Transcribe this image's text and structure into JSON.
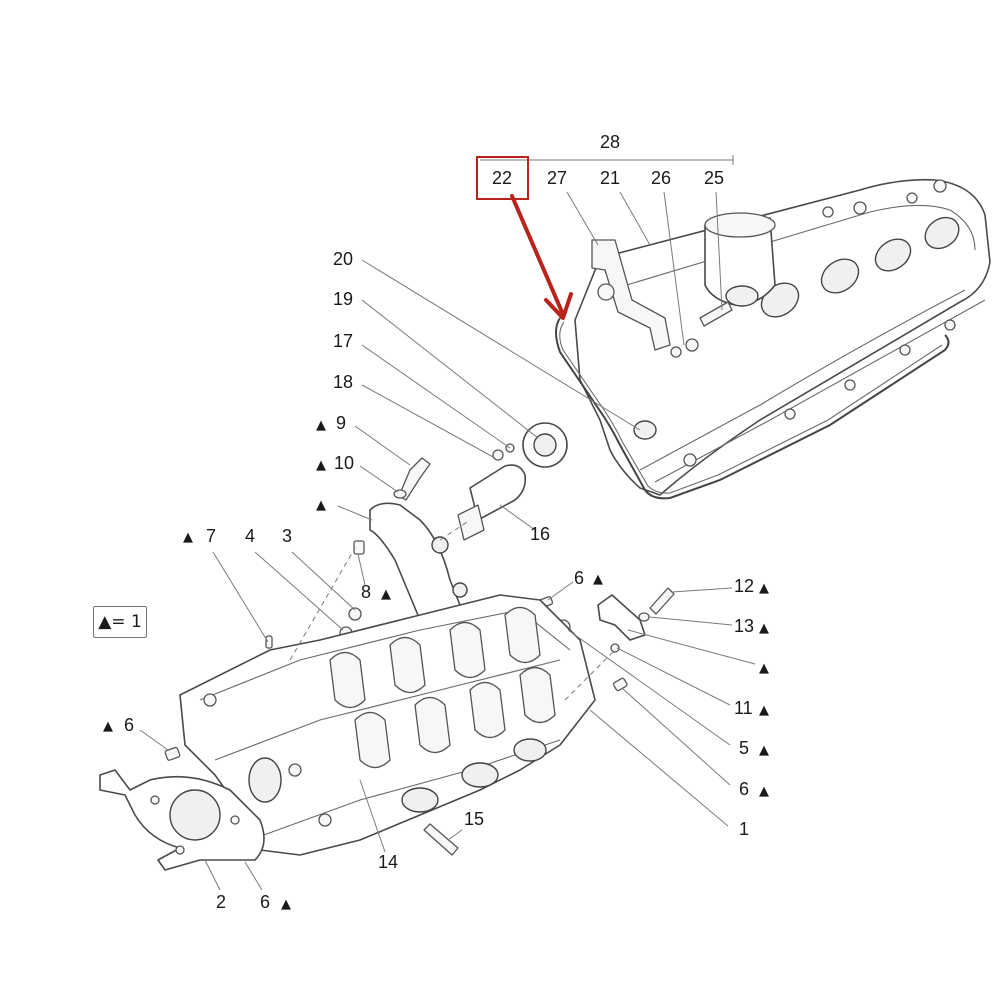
{
  "diagram": {
    "legend": "▲= 1",
    "callouts": {
      "c28": "28",
      "c22": "22",
      "c27": "27",
      "c21": "21",
      "c26": "26",
      "c25": "25",
      "c20": "20",
      "c19": "19",
      "c17": "17",
      "c18": "18",
      "c9": "9",
      "c10": "10",
      "c16": "16",
      "c7": "7",
      "c4": "4",
      "c3": "3",
      "c8": "8",
      "c6a": "6",
      "c12": "12",
      "c13": "13",
      "c11": "11",
      "c5": "5",
      "c6b": "6",
      "c1": "1",
      "c6c": "6",
      "c15": "15",
      "c14": "14",
      "c2": "2",
      "c6d": "6"
    },
    "marker_symbol": "▲",
    "highlight_color": "#b8231c",
    "highlighted_part": "22"
  }
}
